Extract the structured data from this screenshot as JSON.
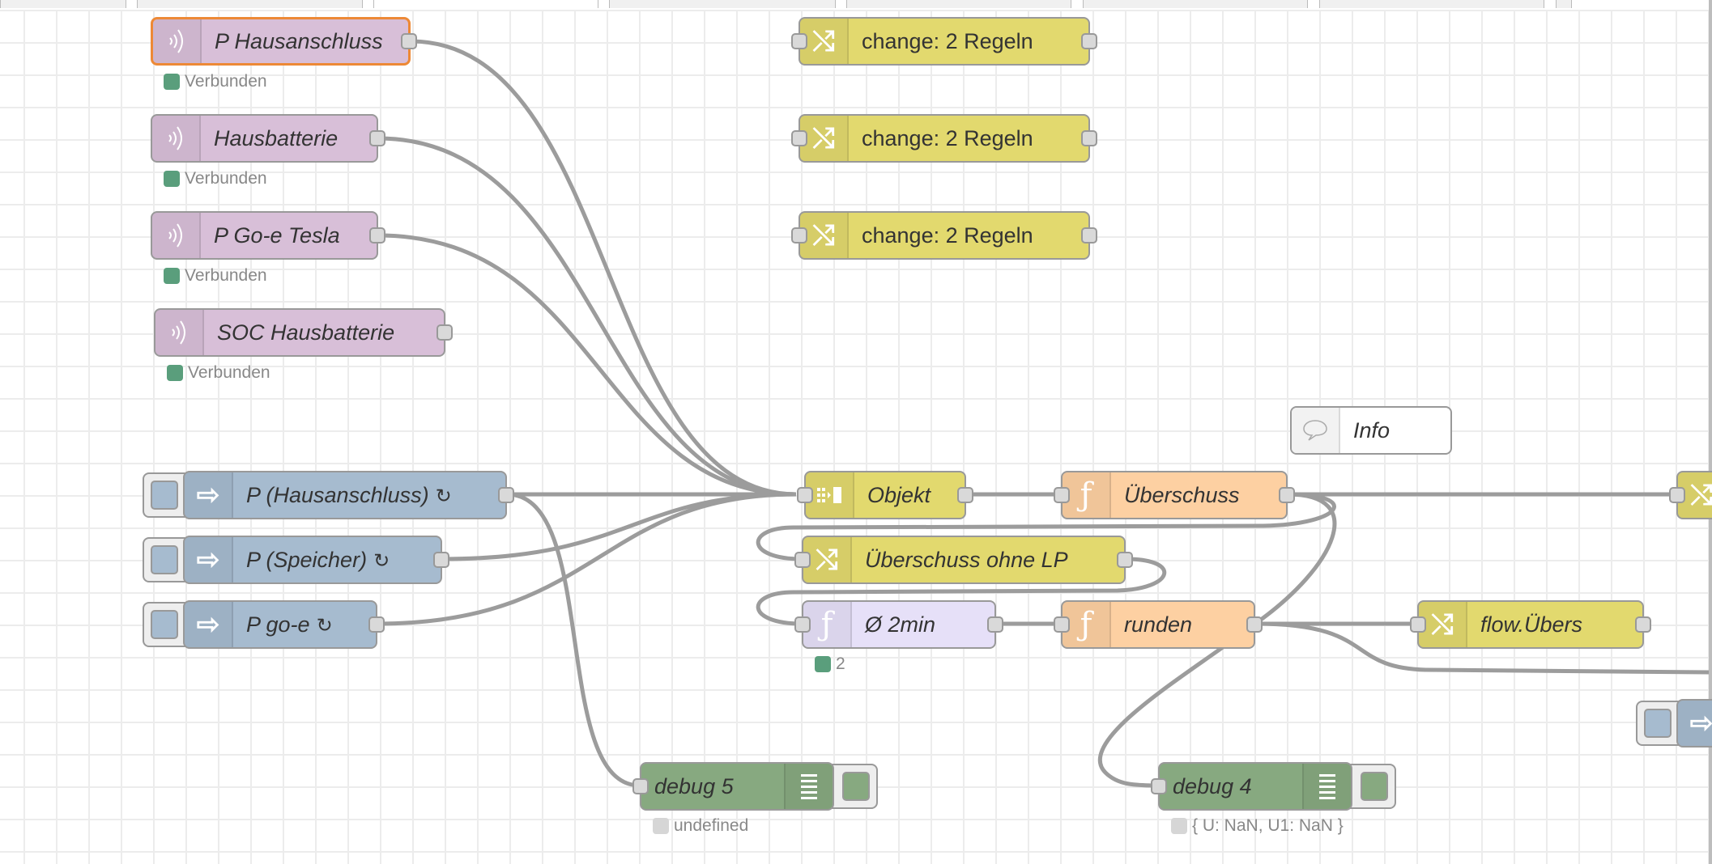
{
  "app": "Node-RED flow editor",
  "tabs": [
    {
      "label": "",
      "active": false
    },
    {
      "label": "",
      "active": false
    },
    {
      "label": "",
      "active": true
    },
    {
      "label": "",
      "active": false
    },
    {
      "label": "",
      "active": false
    },
    {
      "label": "",
      "active": false
    },
    {
      "label": "",
      "active": false
    },
    {
      "label": "",
      "active": false
    }
  ],
  "colors": {
    "mqtt": "#d8bfd8",
    "inject": "#a6bbcf",
    "change": "#e2d96e",
    "function": "#fdd0a2",
    "function_alt": "#e6e0f8",
    "debug": "#87a980",
    "selected_border": "#ed8936",
    "status_connected": "#5a9e7c"
  },
  "nodes": {
    "mqtt_p_hausanschluss": {
      "label": "P Hausanschluss",
      "status": "Verbunden",
      "icon": "mqtt-icon",
      "selected": true
    },
    "mqtt_hausbatterie": {
      "label": "Hausbatterie",
      "status": "Verbunden",
      "icon": "mqtt-icon"
    },
    "mqtt_p_goe_tesla": {
      "label": "P Go-e Tesla",
      "status": "Verbunden",
      "icon": "mqtt-icon"
    },
    "mqtt_soc_hausbatterie": {
      "label": "SOC Hausbatterie",
      "status": "Verbunden",
      "icon": "mqtt-icon"
    },
    "inject_p_hausanschluss": {
      "label": "P (Hausanschluss)",
      "repeat_icon": "↻",
      "icon": "inject-arrow-icon"
    },
    "inject_p_speicher": {
      "label": "P (Speicher)",
      "repeat_icon": "↻",
      "icon": "inject-arrow-icon"
    },
    "inject_p_goe": {
      "label": "P go-e",
      "repeat_icon": "↻",
      "icon": "inject-arrow-icon"
    },
    "change_1": {
      "label": "change: 2 Regeln",
      "icon": "shuffle-icon"
    },
    "change_2": {
      "label": "change: 2 Regeln",
      "icon": "shuffle-icon"
    },
    "change_3": {
      "label": "change: 2 Regeln",
      "icon": "shuffle-icon"
    },
    "join_objekt": {
      "label": "Objekt",
      "icon": "join-icon"
    },
    "func_ueberschuss": {
      "label": "Überschuss",
      "icon": "function-icon"
    },
    "comment_info": {
      "label": "Info",
      "icon": "comment-icon"
    },
    "change_ueberschuss_ohne_lp": {
      "label": "Überschuss ohne LP",
      "icon": "shuffle-icon"
    },
    "func_avg_2min": {
      "label": "Ø 2min",
      "status": "2",
      "icon": "function-icon"
    },
    "func_runden": {
      "label": "runden",
      "icon": "function-icon"
    },
    "change_flow_uebers": {
      "label": "flow.Übers",
      "icon": "shuffle-icon"
    },
    "debug_5": {
      "label": "debug 5",
      "status": "undefined",
      "icon": "debug-list-icon"
    },
    "debug_4": {
      "label": "debug 4",
      "status": "{ U: NaN, U1: NaN }",
      "icon": "debug-list-icon"
    }
  }
}
